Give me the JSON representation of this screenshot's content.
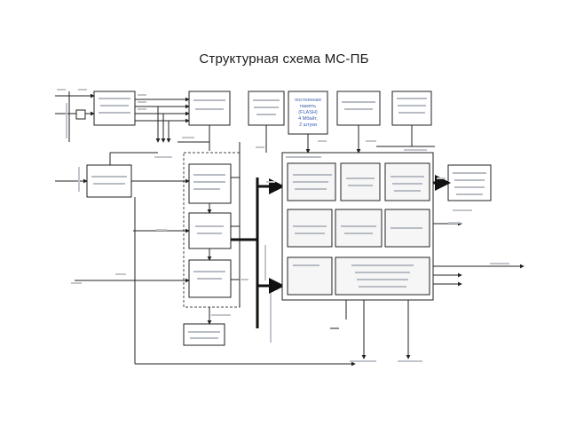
{
  "title": "Структурная схема МС-ПБ",
  "blocks": {
    "flash_memory": [
      "постоянная",
      "память",
      "(FLASH)",
      "4 Мбайт,",
      "2 штуки"
    ]
  }
}
